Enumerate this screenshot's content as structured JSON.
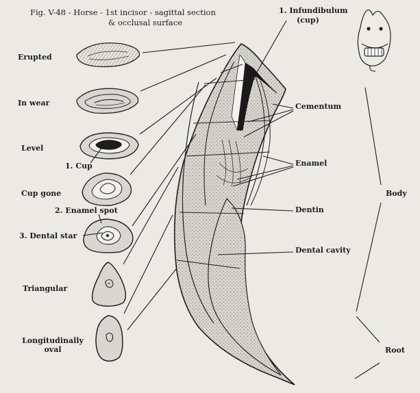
{
  "figure": {
    "title_line1": "Fig. V-48 - Horse - 1st incisor - sagittal section",
    "title_line2": "& occlusal surface"
  },
  "stages": [
    {
      "label": "Erupted"
    },
    {
      "label": "In wear"
    },
    {
      "label": "Level"
    },
    {
      "label": "Cup gone"
    },
    {
      "label": "3. Dental star"
    },
    {
      "label": "Triangular"
    },
    {
      "label": "Longitudinally oval"
    }
  ],
  "sub_labels": {
    "cup": "1. Cup",
    "enamel_spot": "2. Enamel spot"
  },
  "structures": {
    "infundibulum_line1": "1. Infundibulum",
    "infundibulum_line2": "(cup)",
    "cementum": "Cementum",
    "enamel": "Enamel",
    "dentin": "Dentin",
    "dental_cavity": "Dental cavity"
  },
  "regions": {
    "body": "Body",
    "root": "Root"
  },
  "icons": [
    "horse-head-icon"
  ]
}
